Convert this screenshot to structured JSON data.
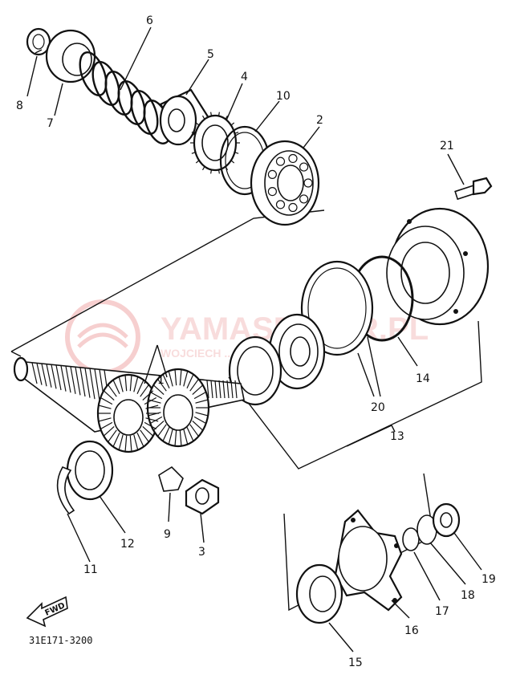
{
  "diagram": {
    "callouts": [
      {
        "id": "1",
        "text": "1"
      },
      {
        "id": "2",
        "text": "2"
      },
      {
        "id": "3",
        "text": "3"
      },
      {
        "id": "4",
        "text": "4"
      },
      {
        "id": "5",
        "text": "5"
      },
      {
        "id": "6",
        "text": "6"
      },
      {
        "id": "7",
        "text": "7"
      },
      {
        "id": "8",
        "text": "8"
      },
      {
        "id": "9",
        "text": "9"
      },
      {
        "id": "10",
        "text": "10"
      },
      {
        "id": "11",
        "text": "11"
      },
      {
        "id": "12",
        "text": "12"
      },
      {
        "id": "13",
        "text": "13"
      },
      {
        "id": "14",
        "text": "14"
      },
      {
        "id": "15",
        "text": "15"
      },
      {
        "id": "16",
        "text": "16"
      },
      {
        "id": "17",
        "text": "17"
      },
      {
        "id": "18",
        "text": "18"
      },
      {
        "id": "19",
        "text": "19"
      },
      {
        "id": "20",
        "text": "20"
      },
      {
        "id": "21",
        "text": "21"
      }
    ],
    "fwd_label": "FWD",
    "diagram_code": "31E171-3200",
    "watermark": {
      "brand": "YAMASELLER.PL",
      "tagline": "WOJCIECH ... YAMAHA"
    },
    "colors": {
      "line": "#111111",
      "watermark": "#f3c9c9"
    }
  }
}
